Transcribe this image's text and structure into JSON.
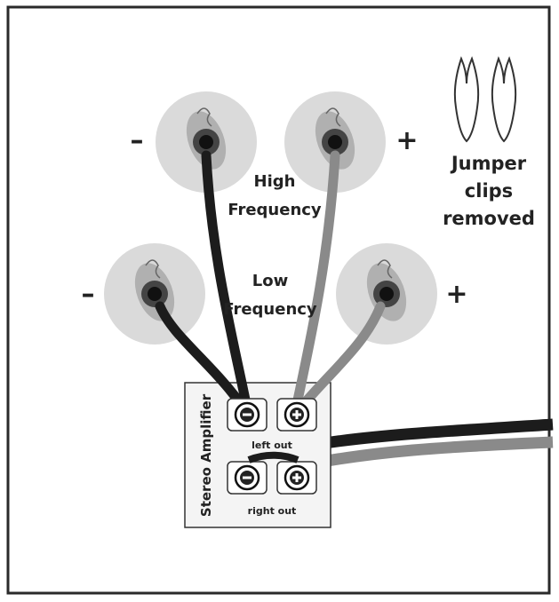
{
  "labels": {
    "high_frequency_line1": "High",
    "high_frequency_line2": "Frequency",
    "low_frequency_line1": "Low",
    "low_frequency_line2": "Frequency",
    "jumper_line1": "Jumper",
    "jumper_line2": "clips",
    "jumper_line3": "removed",
    "high_minus": "–",
    "high_plus": "+",
    "low_minus": "–",
    "low_plus": "+",
    "amplifier": "Stereo Amplifier",
    "left_out": "left out",
    "right_out": "right out"
  },
  "colors": {
    "frame": "#2a2a2a",
    "post_disc": "#dadada",
    "cable_black": "#1c1c1c",
    "cable_gray": "#8a8a8a",
    "amp_panel": "#f4f4f4"
  },
  "icons": {
    "jumper": "jumper-clip-icon",
    "post": "binding-post-icon",
    "amp_minus": "minus-terminal-icon",
    "amp_plus": "plus-terminal-icon"
  }
}
